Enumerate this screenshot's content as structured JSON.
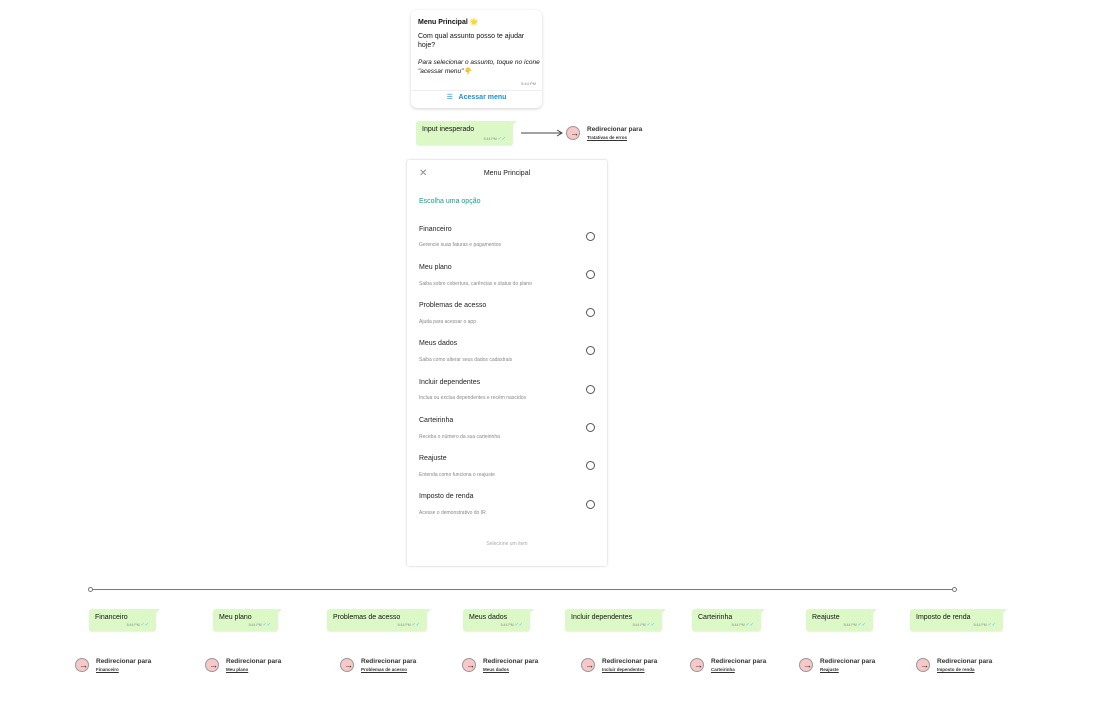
{
  "chat_card": {
    "title": "Menu Principal",
    "title_emoji": "🌟",
    "question": "Com qual assunto posso te ajudar hoje?",
    "hint": "Para selecionar o assunto, toque no ícone \"acessar menu\"👇",
    "time": "5:44 PM",
    "action_icon": "☰",
    "action_label": "Acessar menu"
  },
  "unexpected": {
    "bubble_text": "Input inesperado",
    "time": "5:44 PM",
    "check": "✓✓",
    "redirect_title": "Redirecionar para",
    "redirect_target": "Tratativas de erros"
  },
  "menu_panel": {
    "close_icon": "✕",
    "title": "Menu Principal",
    "choose_label": "Escolha uma opção",
    "options": [
      {
        "label": "Financeiro",
        "desc": "Gerencie suas faturas e pagamentos"
      },
      {
        "label": "Meu plano",
        "desc": "Saiba sobre cobertura, carências e status do plano"
      },
      {
        "label": "Problemas de acesso",
        "desc": "Ajuda para acessar o app"
      },
      {
        "label": "Meus dados",
        "desc": "Saiba como alterar seus dados cadastrais"
      },
      {
        "label": "Incluir dependentes",
        "desc": "Inclua ou exclua dependentes e recém nascidos"
      },
      {
        "label": "Carteirinha",
        "desc": "Receba o número da sua carteirinha"
      },
      {
        "label": "Reajuste",
        "desc": "Entenda como funciona o reajuste"
      },
      {
        "label": "Imposto de renda",
        "desc": "Acesse o demonstrativo do IR"
      }
    ],
    "footer": "Selecione um item"
  },
  "branches": [
    {
      "label": "Financeiro",
      "time": "5:44 PM",
      "redirect_title": "Redirecionar para",
      "redirect_target": "Financeiro"
    },
    {
      "label": "Meu plano",
      "time": "5:44 PM",
      "redirect_title": "Redirecionar para",
      "redirect_target": "Meu plano"
    },
    {
      "label": "Problemas de acesso",
      "time": "5:44 PM",
      "redirect_title": "Redirecionar para",
      "redirect_target": "Problemas de acesso"
    },
    {
      "label": "Meus dados",
      "time": "5:44 PM",
      "redirect_title": "Redirecionar para",
      "redirect_target": "Meus dados"
    },
    {
      "label": "Incluir dependentes",
      "time": "5:44 PM",
      "redirect_title": "Redirecionar para",
      "redirect_target": "Incluir dependentes"
    },
    {
      "label": "Carteirinha",
      "time": "5:44 PM",
      "redirect_title": "Redirecionar para",
      "redirect_target": "Carteirinha"
    },
    {
      "label": "Reajuste",
      "time": "5:44 PM",
      "redirect_title": "Redirecionar para",
      "redirect_target": "Reajuste"
    },
    {
      "label": "Imposto de renda",
      "time": "5:44 PM",
      "redirect_title": "Redirecionar para",
      "redirect_target": "Imposto de renda"
    }
  ],
  "colors": {
    "bubble_green": "#dcf8c6",
    "accent_blue": "#1a8fd8",
    "accent_teal": "#1b9b8a",
    "redirect_icon_fill": "#f7c8c8",
    "read_check": "#4fc3f7"
  },
  "icons": {
    "redirect": "redirect-arrow-icon",
    "close": "close-icon",
    "radio": "radio-button-icon",
    "menu": "list-menu-icon"
  }
}
